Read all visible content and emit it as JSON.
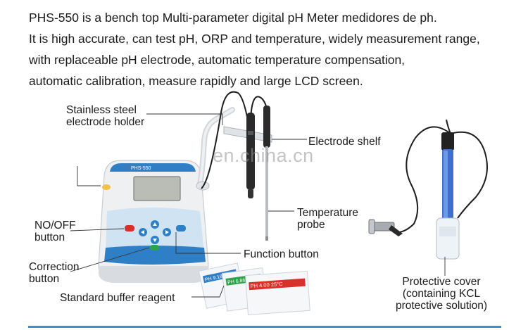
{
  "intro": {
    "line1": "PHS-550 is a bench top Multi-parameter digital pH Meter medidores de ph.",
    "line2": "It is high accurate, can test pH, ORP and temperature, widely measurement range,",
    "line3": "with replaceable pH electrode, automatic temperature compensation,",
    "line4": "automatic calibration, measure rapidly and large LCD screen."
  },
  "labels": {
    "holder_l1": "Stainless steel",
    "holder_l2": "electrode holder",
    "shelf": "Electrode shelf",
    "onoff_l1": "NO/OFF",
    "onoff_l2": "button",
    "temp_l1": "Temperature",
    "temp_l2": "probe",
    "function": "Function button",
    "correction_l1": "Correction",
    "correction_l2": "button",
    "buffer": "Standard buffer reagent",
    "cover_l1": "Protective cover",
    "cover_l2": "(containing KCL",
    "cover_l3": "protective solution)"
  },
  "device": {
    "model": "PHS-550"
  },
  "sachets": {
    "s1": "PH 9.18",
    "s2": "PH 6.86",
    "s3": "PH 4.00 25°C"
  },
  "watermark": "en.china.cn",
  "colors": {
    "accent_blue": "#3a8fd0",
    "device_body": "#e9ebee",
    "button_blue": "#2f7fc6",
    "button_red": "#d9302b",
    "button_green": "#2ea34a",
    "lcd": "#b9bdb6"
  }
}
